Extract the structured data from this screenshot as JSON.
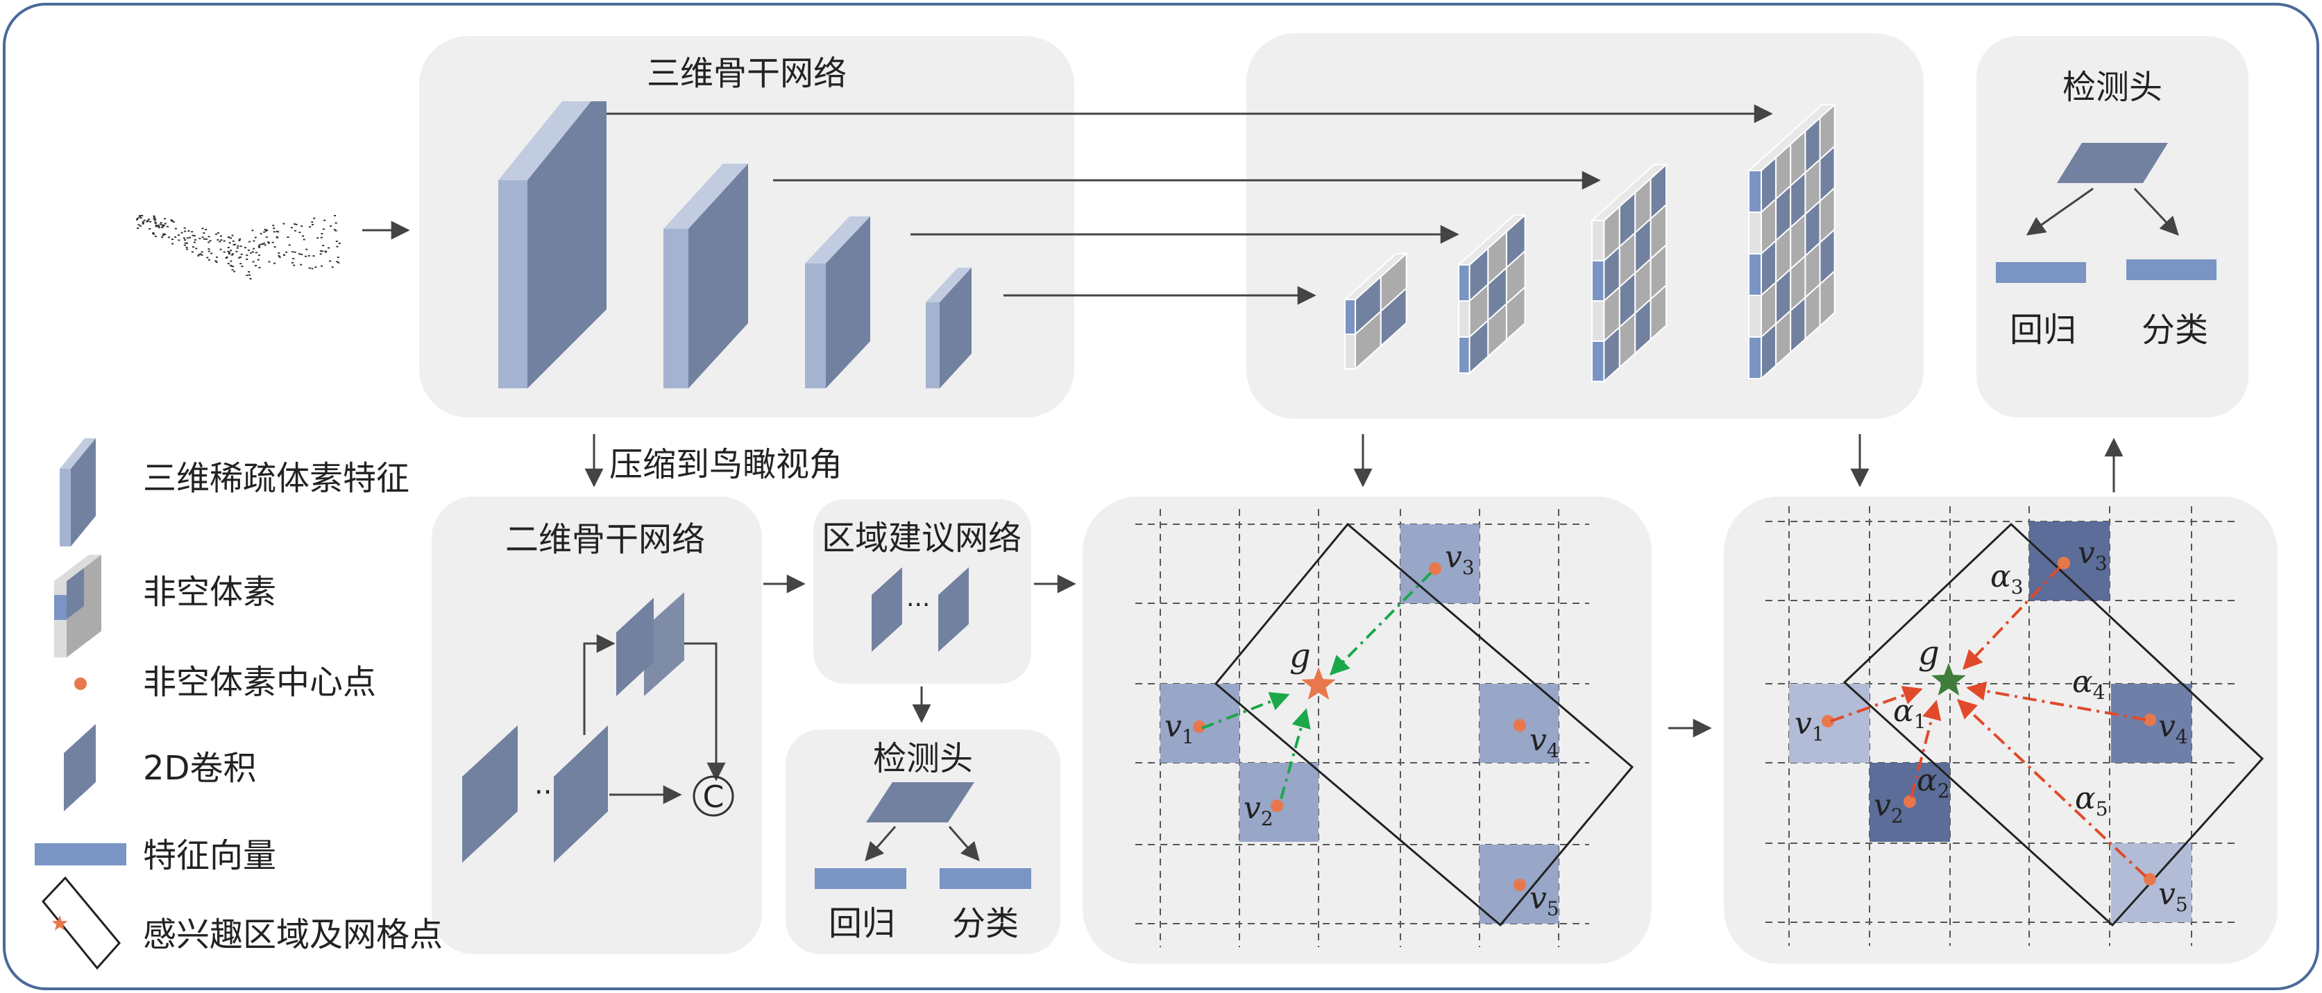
{
  "blocks": {
    "backbone_3d": "三维骨干网络",
    "compress": "压缩到鸟瞰视角",
    "backbone_2d": "二维骨干网络",
    "rpn": "区域建议网络",
    "detect_head_1": "检测头",
    "detect_head_2": "检测头",
    "reg_1": "回归",
    "cls_1": "分类",
    "reg_2": "回归",
    "cls_2": "分类",
    "concat": "C",
    "ellipsis": "···"
  },
  "legend": [
    {
      "label": "三维稀疏体素特征",
      "icon": "sparse-voxel-feature-icon"
    },
    {
      "label": "非空体素",
      "icon": "non-empty-voxel-icon"
    },
    {
      "label": "非空体素中心点",
      "icon": "voxel-center-dot-icon"
    },
    {
      "label": "2D卷积",
      "icon": "conv2d-icon"
    },
    {
      "label": "特征向量",
      "icon": "feature-vector-icon"
    },
    {
      "label": "感兴趣区域及网格点",
      "icon": "roi-grid-point-icon"
    }
  ],
  "grid_left": {
    "g": "g",
    "voxels": [
      {
        "v": "v",
        "sub": "1"
      },
      {
        "v": "v",
        "sub": "2"
      },
      {
        "v": "v",
        "sub": "3"
      },
      {
        "v": "v",
        "sub": "4"
      },
      {
        "v": "v",
        "sub": "5"
      }
    ]
  },
  "grid_right": {
    "g": "g",
    "voxels": [
      {
        "v": "v",
        "sub": "1"
      },
      {
        "v": "v",
        "sub": "2"
      },
      {
        "v": "v",
        "sub": "3"
      },
      {
        "v": "v",
        "sub": "4"
      },
      {
        "v": "v",
        "sub": "5"
      }
    ],
    "alphas": [
      {
        "a": "α",
        "sub": "1"
      },
      {
        "a": "α",
        "sub": "2"
      },
      {
        "a": "α",
        "sub": "3"
      },
      {
        "a": "α",
        "sub": "4"
      },
      {
        "a": "α",
        "sub": "5"
      }
    ]
  },
  "colors": {
    "panel": "#efefef",
    "frame": "#4a6a99",
    "voxel_front": "#7281a0",
    "voxel_side": "#a4b3d0",
    "cell_empty": "#ababab",
    "cell_light": "#dcdcdc",
    "orange": "#e8784c",
    "green_arrow": "#1aa84a",
    "red_arrow": "#e04a2a",
    "star_green": "#3f7d3a",
    "dark_voxel": "#5b6d98",
    "light_voxel": "#b2bcd6"
  }
}
